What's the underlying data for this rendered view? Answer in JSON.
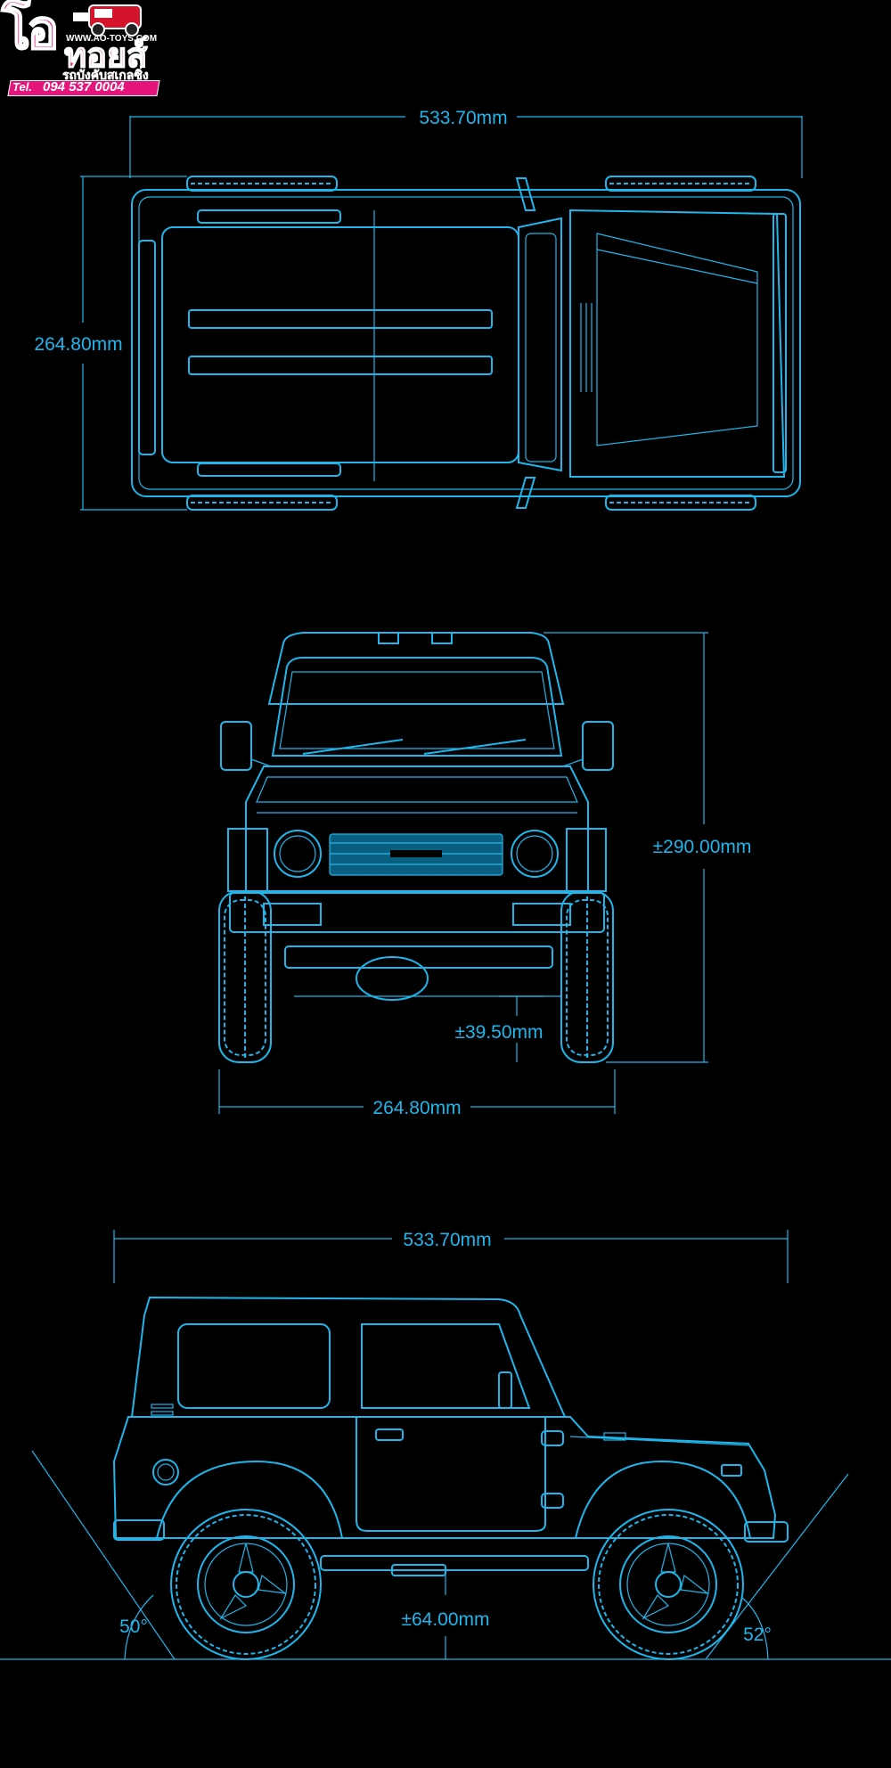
{
  "logo": {
    "mark": "โอ",
    "brand": "ทอยส์",
    "website": "WWW.AO-TOYS.COM",
    "tagline": "รถบังคับสเกลซิ่ง",
    "phone_label": "Tel.",
    "phone": "094 537 0004",
    "colors": {
      "magenta": "#e5157c",
      "dark": "#111111"
    }
  },
  "top_view": {
    "length_label": "533.70mm",
    "width_label": "264.80mm"
  },
  "front_view": {
    "height_label": "±290.00mm",
    "clearance_label": "±39.50mm",
    "width_label": "264.80mm"
  },
  "side_view": {
    "length_label": "533.70mm",
    "clearance_label": "±64.00mm",
    "approach_angle": "50°",
    "departure_angle": "52°"
  },
  "colors": {
    "line": "#1fb6ec",
    "background": "#000000"
  }
}
